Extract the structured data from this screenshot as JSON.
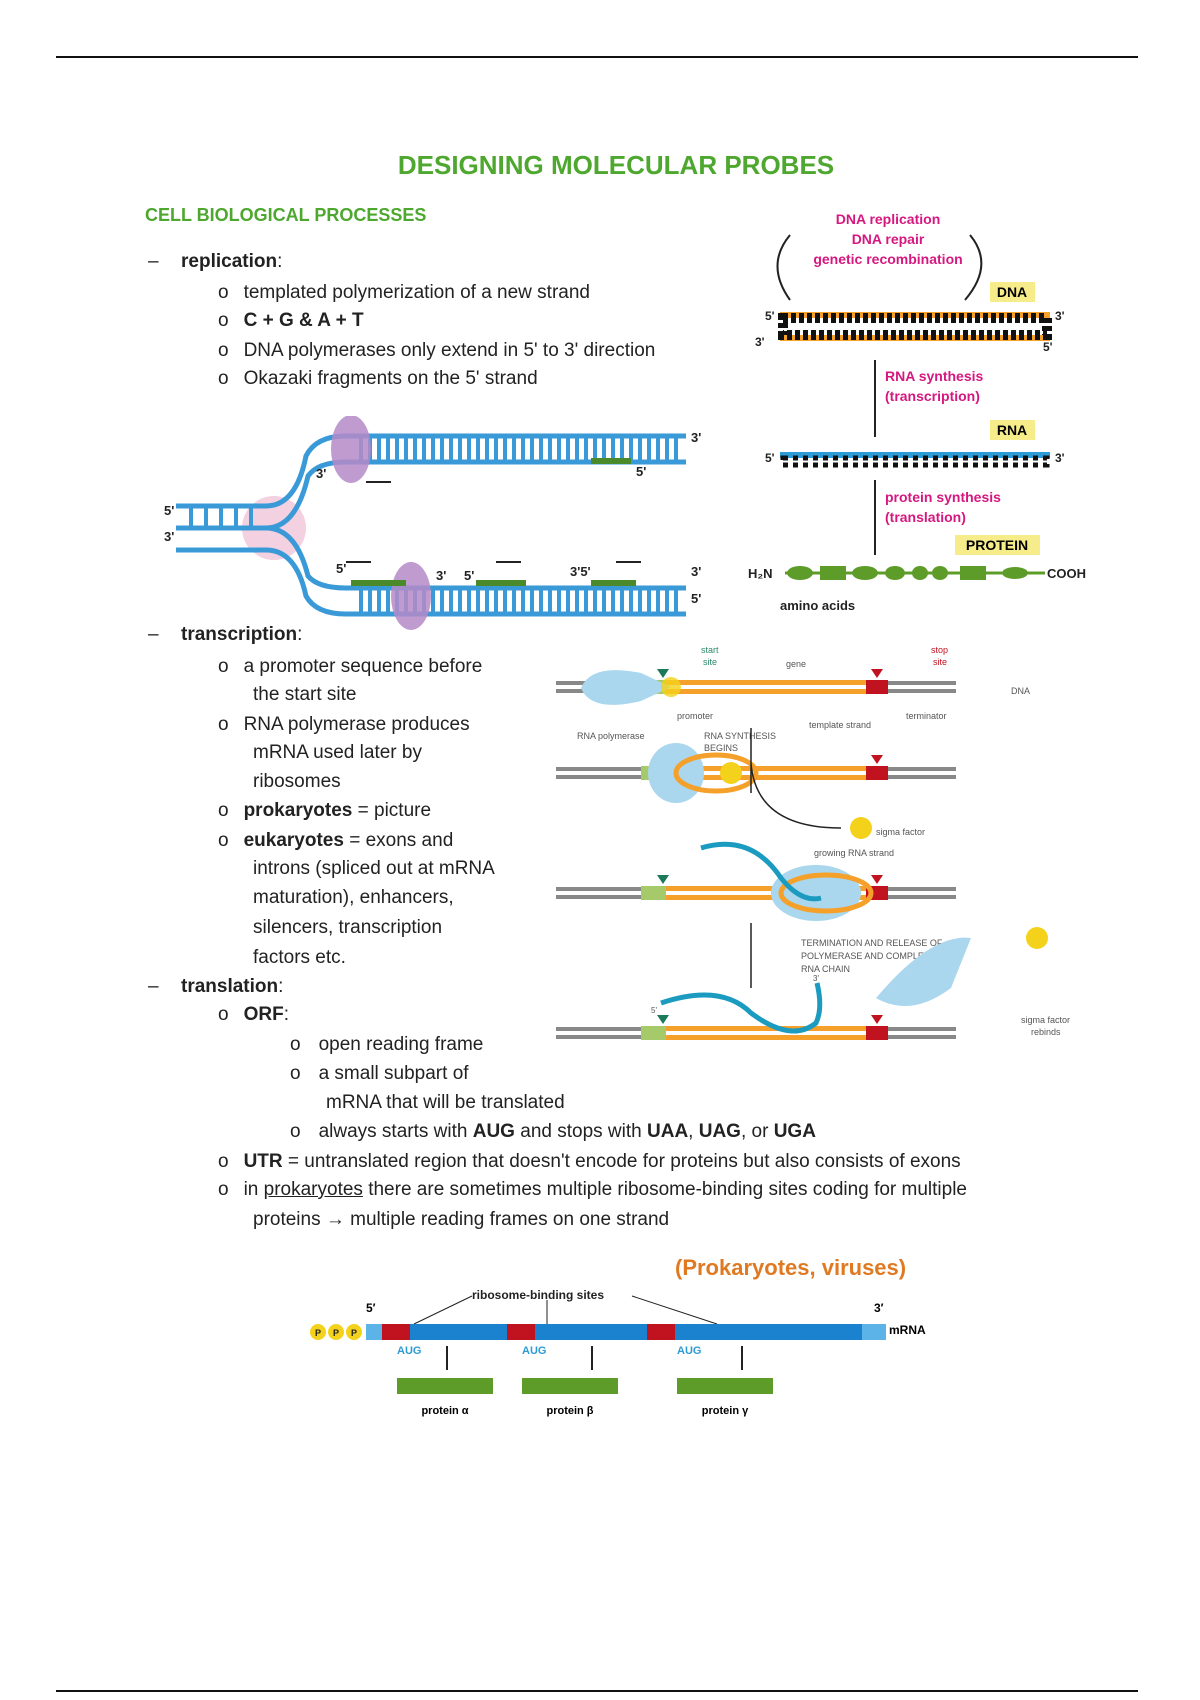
{
  "title": "DESIGNING MOLECULAR PROBES",
  "section": "CELL BIOLOGICAL PROCESSES",
  "replication": {
    "label": "replication",
    "items": [
      "templated polymerization of a new strand",
      "C + G & A + T",
      "DNA polymerases only extend in 5' to 3' direction",
      "Okazaki fragments on the 5' strand"
    ]
  },
  "transcription": {
    "label": "transcription",
    "items": [
      [
        "a promoter sequence before",
        "the start site"
      ],
      [
        "RNA polymerase produces",
        "mRNA used later by",
        "ribosomes"
      ],
      {
        "bold": "prokaryotes",
        "rest": " = picture"
      },
      {
        "bold": "eukaryotes",
        "rest": " = exons and",
        "more": [
          "introns (spliced out at mRNA",
          "maturation), enhancers,",
          "silencers, transcription",
          "factors etc."
        ]
      }
    ]
  },
  "translation": {
    "label": "translation",
    "orf": "ORF",
    "orf_items": [
      "open reading frame",
      "a small subpart of",
      "mRNA that will be translated"
    ],
    "orf_last": {
      "a": "always starts with ",
      "b": "AUG",
      "c": " and stops with ",
      "d": "UAA",
      "e": ", ",
      "f": "UAG",
      "g": ", or ",
      "h": "UGA"
    },
    "utr": {
      "bold": "UTR",
      "rest": " = untranslated region that doesn't encode for proteins but also consists of exons"
    },
    "prok": {
      "a": "in ",
      "u": "prokaryotes",
      "b": " there are sometimes multiple ribosome-binding sites coding for multiple",
      "c": "proteins → multiple reading frames on one strand"
    }
  },
  "bullet_dash": "–",
  "bullet_o": "o",
  "fork": {
    "l5": "5'",
    "l3": "3'",
    "a": "3'",
    "b": "5'",
    "c": "3'",
    "d": "5'",
    "e": "3'",
    "f": "5'",
    "g": "3'5'",
    "h": "3'",
    "i": "5'",
    "j": "3'"
  },
  "dogma": {
    "processes": [
      "DNA replication",
      "DNA repair",
      "genetic recombination"
    ],
    "dna": "DNA",
    "rna": "RNA",
    "protein": "PROTEIN",
    "transcription": [
      "RNA synthesis",
      "(transcription)"
    ],
    "translation": [
      "protein synthesis",
      "(translation)"
    ],
    "n_term": "H₂N",
    "c_term": "COOH",
    "amino": "amino acids",
    "p5": "5'",
    "p3": "3'"
  },
  "transc_fig": {
    "start_site": [
      "start",
      "site"
    ],
    "gene": "gene",
    "stop_site": [
      "stop",
      "site"
    ],
    "dna": "DNA",
    "promoter": "promoter",
    "template": "template strand",
    "terminator": "terminator",
    "rna_pol": "RNA polymerase",
    "begins": [
      "RNA SYNTHESIS",
      "BEGINS"
    ],
    "sigma": "sigma factor",
    "growing": "growing RNA strand",
    "termination": [
      "TERMINATION AND RELEASE OF",
      "POLYMERASE AND COMPLETED",
      "RNA CHAIN"
    ],
    "rebinds": [
      "sigma factor",
      "rebinds"
    ],
    "p5": "5'",
    "p3": "3'"
  },
  "mrna_fig": {
    "heading": "(Prokaryotes, viruses)",
    "rbs": "ribosome-binding sites",
    "p5": "5′",
    "p3": "3′",
    "mrna": "mRNA",
    "p": "P",
    "aug": "AUG",
    "proteins": [
      "protein α",
      "protein β",
      "protein γ"
    ]
  },
  "colors": {
    "green": "#4ea72e",
    "magenta": "#d6177f",
    "orange": "#f4a02a",
    "blue": "#2d9bd6",
    "red": "#c1121f",
    "protein_green": "#5e9c2a"
  }
}
